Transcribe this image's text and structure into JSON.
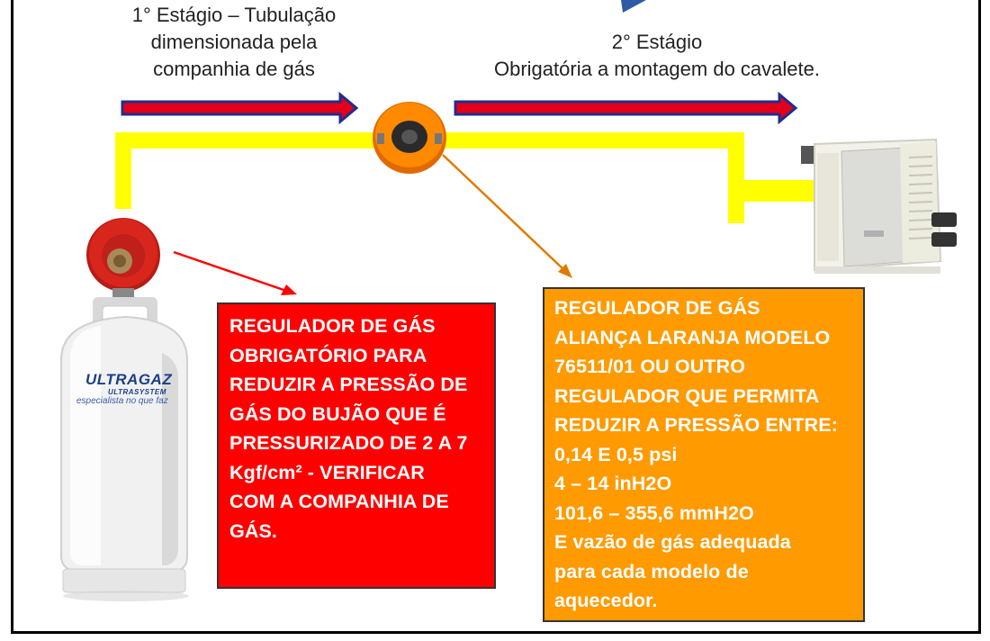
{
  "stage1": {
    "lines": [
      "1° Estágio – Tubulação",
      "dimensionada pela",
      "companhia de gás"
    ]
  },
  "stage2": {
    "lines": [
      "2° Estágio",
      "Obrigatória a montagem do cavalete."
    ]
  },
  "red_box": {
    "color": "#ff0000",
    "lines": [
      "REGULADOR DE GÁS",
      "OBRIGATÓRIO PARA",
      "REDUZIR A PRESSÃO DE",
      "GÁS DO BUJÃO QUE É",
      "PRESSURIZADO DE 2 A 7",
      "Kgf/cm² - VERIFICAR",
      "COM A COMPANHIA DE",
      "GÁS."
    ]
  },
  "orange_box": {
    "color": "#ff9a00",
    "lines": [
      "REGULADOR DE GÁS",
      "ALIANÇA LARANJA MODELO",
      "76511/01 OU OUTRO",
      "REGULADOR QUE PERMITA",
      "REDUZIR A PRESSÃO ENTRE:",
      "0,14 E 0,5 psi",
      "4 – 14 inH2O",
      "101,6 – 355,6 mmH2O",
      "E vazão de gás adequada",
      "para cada modelo de",
      "aquecedor."
    ]
  },
  "cylinder": {
    "brand": "ULTRAGAZ",
    "sub_brand": "ULTRASYSTEM",
    "tagline": "especialista no que faz"
  },
  "colors": {
    "pipe": "#ffff00",
    "arrow_fill": "#e3001b",
    "arrow_outline": "#1f2e8c",
    "pointer_red": "#ff0000",
    "pointer_orange": "#e07b00",
    "regulator_red": "#d9261c",
    "regulator_orange": "#ff8a00"
  }
}
